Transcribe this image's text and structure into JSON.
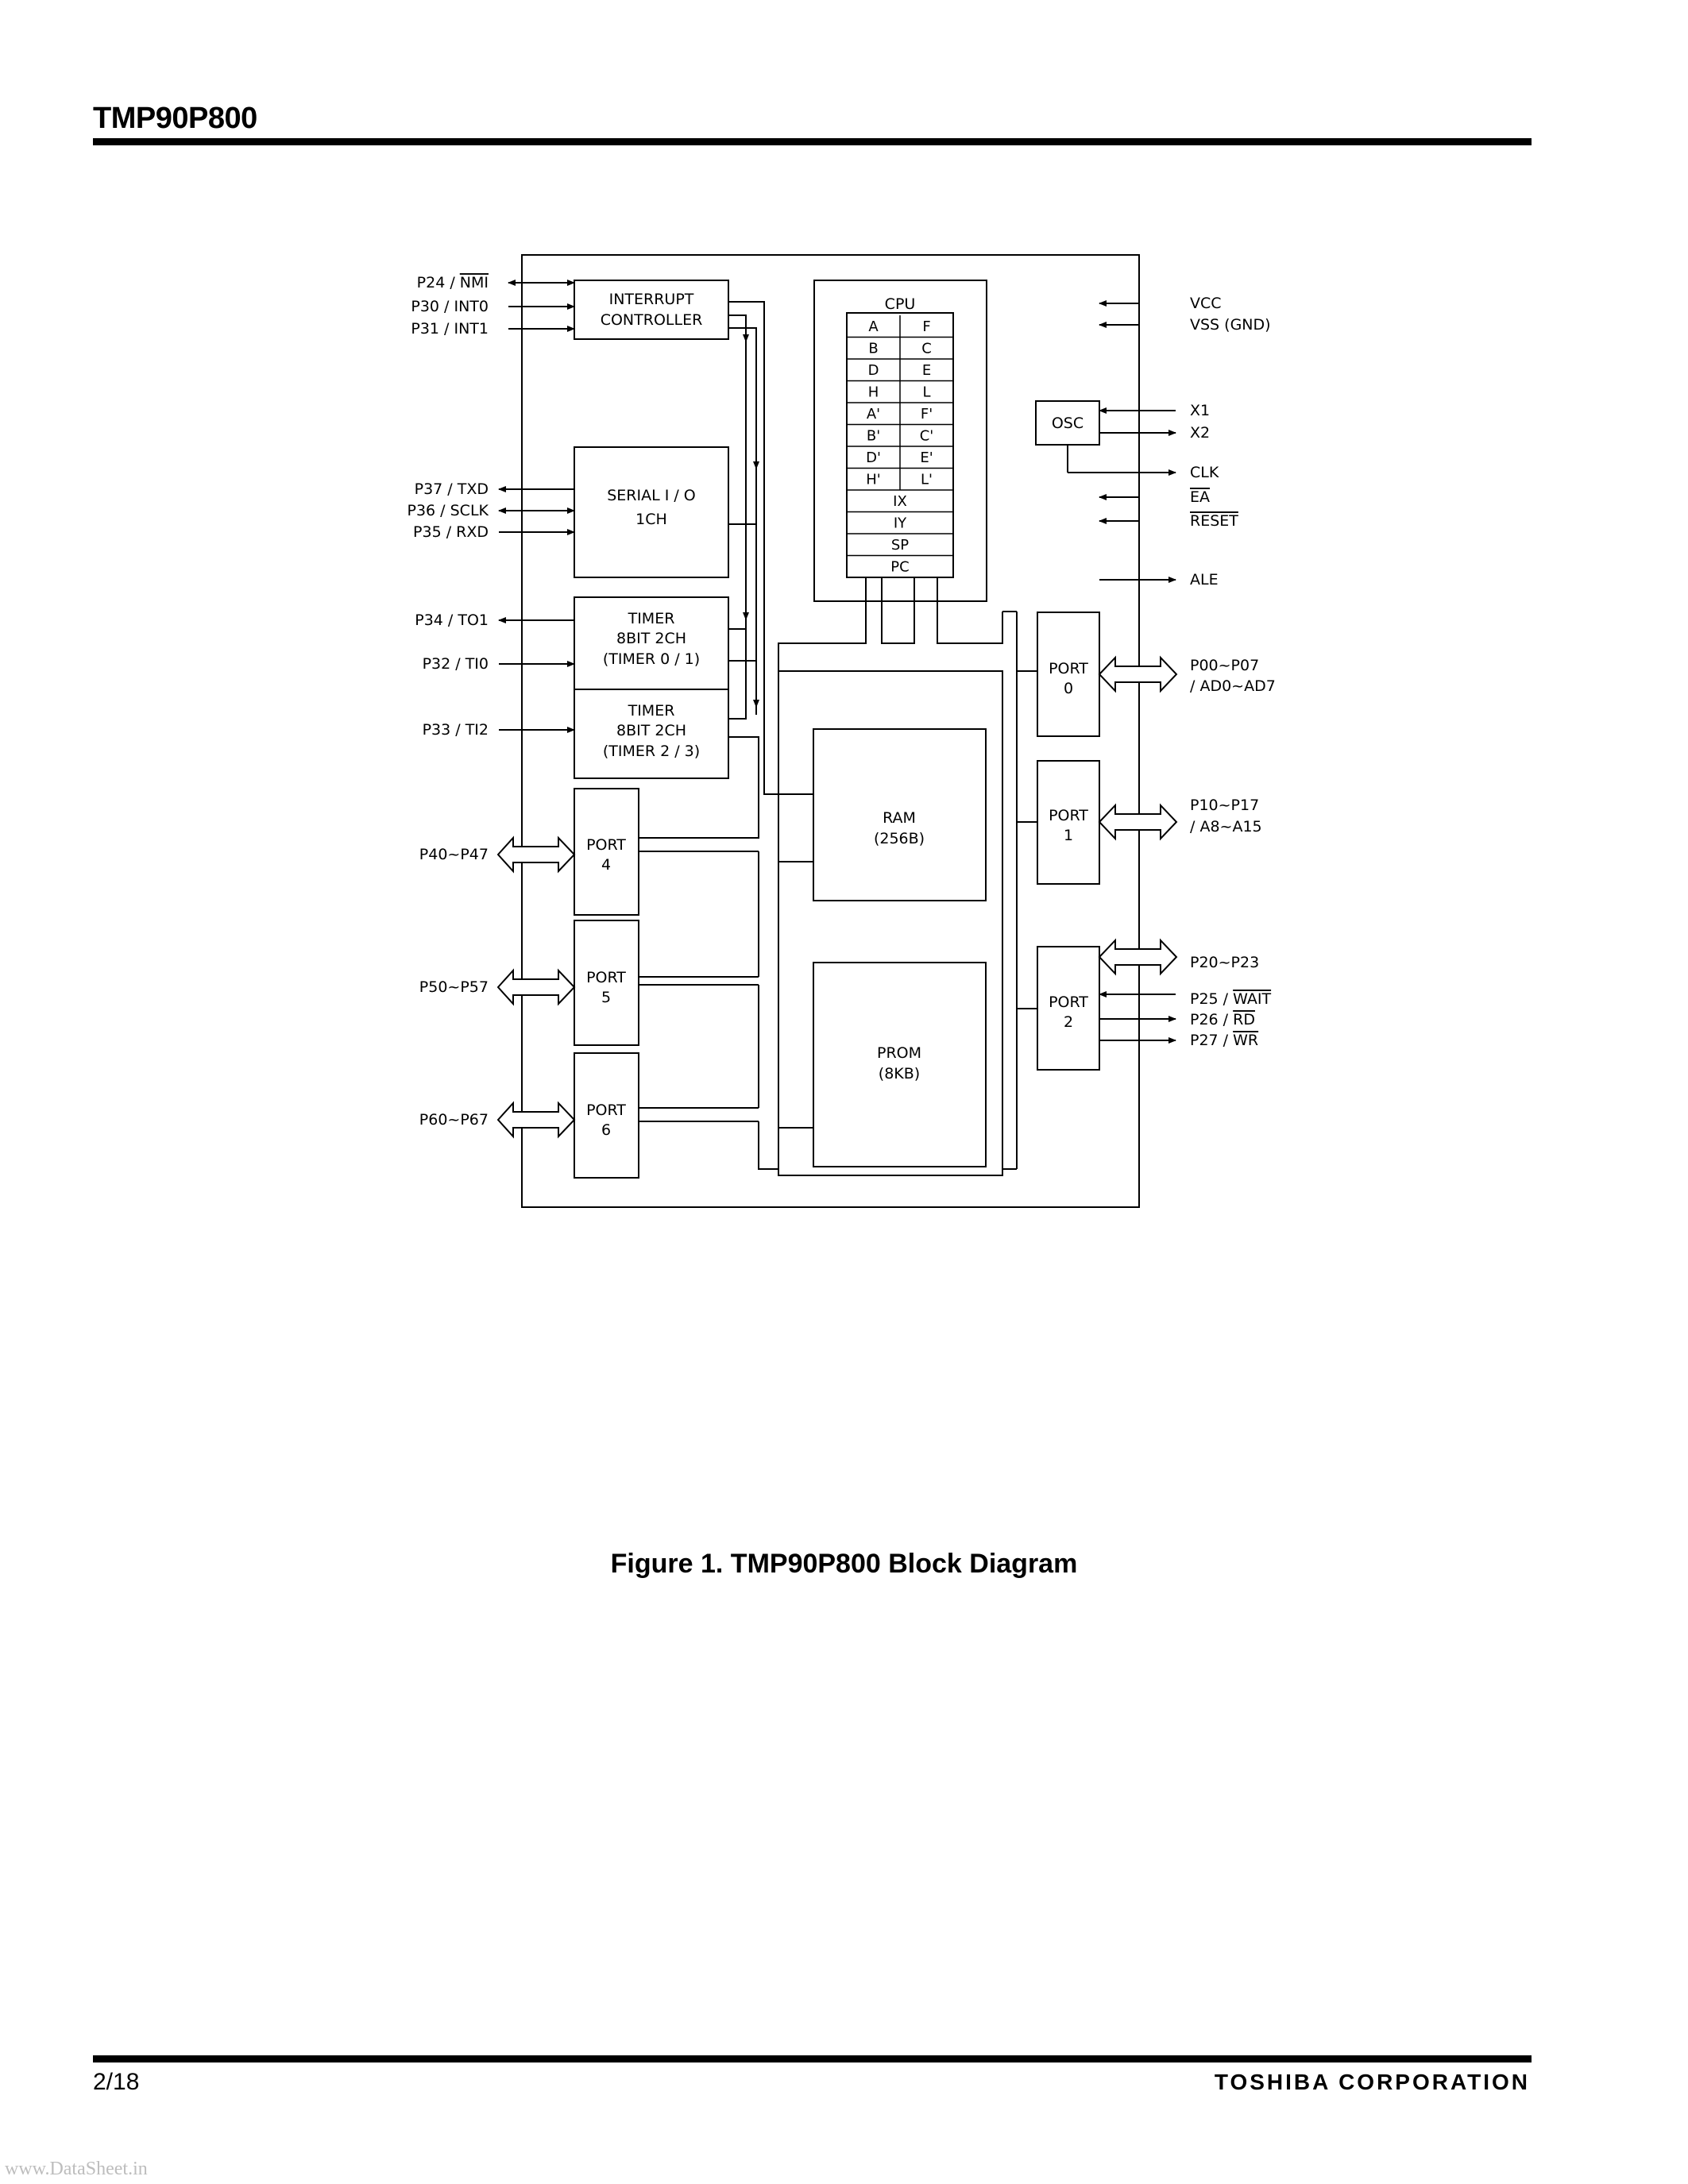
{
  "header": {
    "title": "TMP90P800"
  },
  "caption": "Figure 1. TMP90P800 Block Diagram",
  "footer": {
    "page": "2/18",
    "company": "TOSHIBA CORPORATION"
  },
  "watermark": "www.DataSheet.in",
  "diagram": {
    "blocks": {
      "interrupt": [
        "INTERRUPT",
        "CONTROLLER"
      ],
      "serial": [
        "SERIAL  I / O",
        "1CH"
      ],
      "timer01": [
        "TIMER",
        "8BIT 2CH",
        "(TIMER 0 / 1)"
      ],
      "timer23": [
        "TIMER",
        "8BIT 2CH",
        "(TIMER 2 / 3)"
      ],
      "port4": [
        "PORT",
        "4"
      ],
      "port5": [
        "PORT",
        "5"
      ],
      "port6": [
        "PORT",
        "6"
      ],
      "cpu": "CPU",
      "osc": "OSC",
      "ram": [
        "RAM",
        "(256B)"
      ],
      "prom": [
        "PROM",
        "(8KB)"
      ],
      "port0": [
        "PORT",
        "0"
      ],
      "port1": [
        "PORT",
        "1"
      ],
      "port2": [
        "PORT",
        "2"
      ]
    },
    "cpu_registers": {
      "pairs": [
        [
          "A",
          "F"
        ],
        [
          "B",
          "C"
        ],
        [
          "D",
          "E"
        ],
        [
          "H",
          "L"
        ],
        [
          "A'",
          "F'"
        ],
        [
          "B'",
          "C'"
        ],
        [
          "D'",
          "E'"
        ],
        [
          "H'",
          "L'"
        ]
      ],
      "singles": [
        "IX",
        "IY",
        "SP",
        "PC"
      ]
    },
    "left_signals": {
      "p24": {
        "prefix": "P24 / ",
        "over": "NMI"
      },
      "p30": "P30 / INT0",
      "p31": "P31 / INT1",
      "p37": "P37 / TXD",
      "p36": "P36 / SCLK",
      "p35": "P35 / RXD",
      "p34": "P34 / TO1",
      "p32": "P32 / TI0",
      "p33": "P33 / TI2",
      "p4": "P40~P47",
      "p5": "P50~P57",
      "p6": "P60~P67"
    },
    "right_signals": {
      "vcc": "VCC",
      "vss": "VSS (GND)",
      "x1": "X1",
      "x2": "X2",
      "clk": "CLK",
      "ea": {
        "over": "EA"
      },
      "reset": {
        "over": "RESET"
      },
      "ale": "ALE",
      "p0": [
        "P00~P07",
        "/ AD0~AD7"
      ],
      "p1": [
        "P10~P17",
        "/ A8~A15"
      ],
      "p20": "P20~P23",
      "p25": {
        "prefix": "P25 / ",
        "over": "WAIT"
      },
      "p26": {
        "prefix": "P26 / ",
        "over": "RD"
      },
      "p27": {
        "prefix": "P27 / ",
        "over": "WR"
      }
    }
  }
}
